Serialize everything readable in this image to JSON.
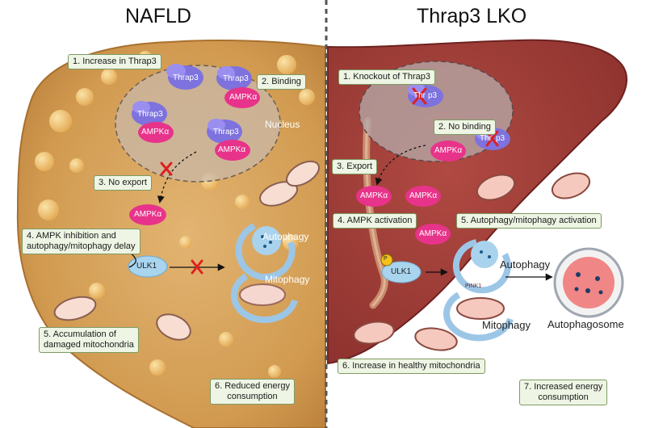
{
  "titles": {
    "left": "NAFLD",
    "right": "Thrap3 LKO"
  },
  "left_steps": {
    "s1": "1. Increase in Thrap3",
    "s2": "2. Binding",
    "s3": "3. No export",
    "s4a": "4. AMPK inhibition and",
    "s4b": "autophagy/mitophagy delay",
    "s5a": "5. Accumulation of",
    "s5b": "damaged mitochondria",
    "s6a": "6. Reduced energy",
    "s6b": "consumption"
  },
  "right_steps": {
    "s1": "1. Knockout of Thrap3",
    "s2": "2. No binding",
    "s3": "3. Export",
    "s4": "4. AMPK activation",
    "s5": "5. Autophagy/mitophagy activation",
    "s6": "6. Increase in healthy mitochondria",
    "s7a": "7. Increased energy",
    "s7b": "consumption"
  },
  "labels": {
    "thrap3": "Thrap3",
    "thrap3_partial": "Thr",
    "thrap3_tail": "p3",
    "ampk": "AMPKα",
    "nucleus": "Nucleus",
    "ulk1": "ULK1",
    "autophagy": "Autophagy",
    "mitophagy": "Mitophagy",
    "autophagosome": "Autophagosome",
    "pink1": "PINK1",
    "phospho": "P"
  },
  "colors": {
    "fatty_liver": "#d8a45a",
    "healthy_liver": "#9e3a35",
    "thrap3_protein": "#7d72de",
    "ampk_protein": "#e8338a",
    "nucleus": "#b9ada8",
    "step_box_fill": "#eef5e4",
    "step_box_border": "#7d9a63",
    "blocked_marker": "#e02020"
  },
  "icons": [
    "cross-mark-icon",
    "arrow-icon",
    "phosphate-icon"
  ]
}
